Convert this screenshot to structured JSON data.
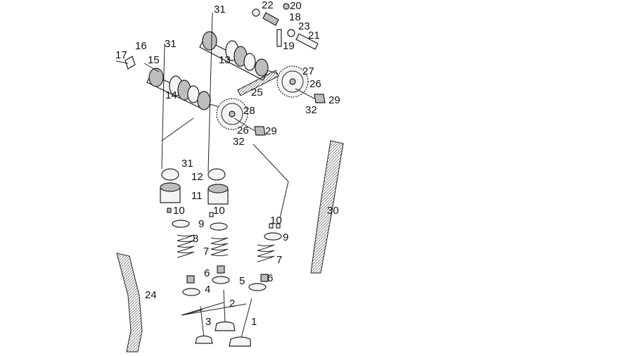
{
  "diagram": {
    "callouts": [
      {
        "id": "c1",
        "text": "1"
      },
      {
        "id": "c2",
        "text": "2"
      },
      {
        "id": "c3",
        "text": "3"
      },
      {
        "id": "c4",
        "text": "4"
      },
      {
        "id": "c5",
        "text": "5"
      },
      {
        "id": "c6a",
        "text": "6"
      },
      {
        "id": "c6b",
        "text": "6"
      },
      {
        "id": "c7a",
        "text": "7"
      },
      {
        "id": "c7b",
        "text": "7"
      },
      {
        "id": "c8",
        "text": "8"
      },
      {
        "id": "c9a",
        "text": "9"
      },
      {
        "id": "c9b",
        "text": "9"
      },
      {
        "id": "c10a",
        "text": "10"
      },
      {
        "id": "c10b",
        "text": "10"
      },
      {
        "id": "c10c",
        "text": "10"
      },
      {
        "id": "c11",
        "text": "11"
      },
      {
        "id": "c12",
        "text": "12"
      },
      {
        "id": "c13",
        "text": "13"
      },
      {
        "id": "c14",
        "text": "14"
      },
      {
        "id": "c15",
        "text": "15"
      },
      {
        "id": "c16",
        "text": "16"
      },
      {
        "id": "c17",
        "text": "17"
      },
      {
        "id": "c18",
        "text": "18"
      },
      {
        "id": "c19",
        "text": "19"
      },
      {
        "id": "c20",
        "text": "20"
      },
      {
        "id": "c21",
        "text": "21"
      },
      {
        "id": "c22",
        "text": "22"
      },
      {
        "id": "c23",
        "text": "23"
      },
      {
        "id": "c24",
        "text": "24"
      },
      {
        "id": "c25",
        "text": "25"
      },
      {
        "id": "c26a",
        "text": "26"
      },
      {
        "id": "c26b",
        "text": "26"
      },
      {
        "id": "c27",
        "text": "27"
      },
      {
        "id": "c28",
        "text": "28"
      },
      {
        "id": "c29a",
        "text": "29"
      },
      {
        "id": "c29b",
        "text": "29"
      },
      {
        "id": "c30",
        "text": "30"
      },
      {
        "id": "c31a",
        "text": "31"
      },
      {
        "id": "c31b",
        "text": "31"
      },
      {
        "id": "c31c",
        "text": "31"
      },
      {
        "id": "c32a",
        "text": "32"
      },
      {
        "id": "c32b",
        "text": "32"
      }
    ]
  }
}
